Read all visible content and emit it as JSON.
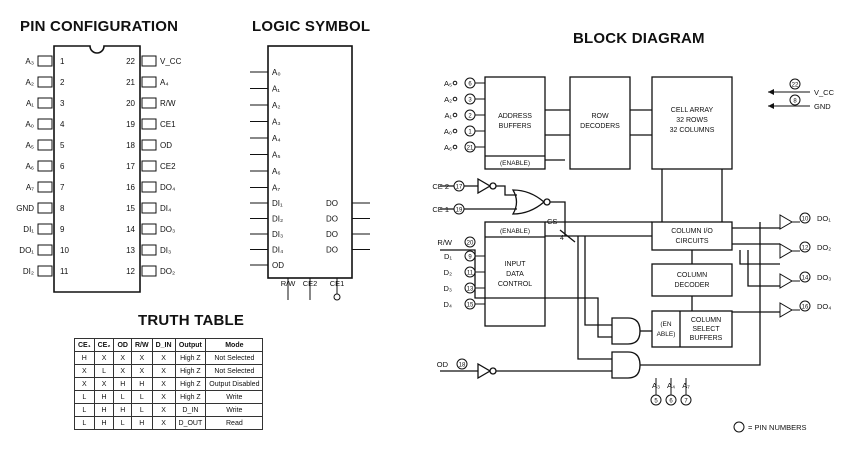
{
  "titles": {
    "pin_config": "PIN CONFIGURATION",
    "logic_symbol": "LOGIC SYMBOL",
    "block_diagram": "BLOCK DIAGRAM",
    "truth_table": "TRUTH TABLE"
  },
  "pins_left": [
    {
      "name": "A₃",
      "num": "1"
    },
    {
      "name": "A₂",
      "num": "2"
    },
    {
      "name": "A₁",
      "num": "3"
    },
    {
      "name": "A₀",
      "num": "4"
    },
    {
      "name": "A₅",
      "num": "5"
    },
    {
      "name": "A₆",
      "num": "6"
    },
    {
      "name": "A₇",
      "num": "7"
    },
    {
      "name": "GND",
      "num": "8"
    },
    {
      "name": "DI₁",
      "num": "9"
    },
    {
      "name": "DO₁",
      "num": "10"
    },
    {
      "name": "DI₂",
      "num": "11"
    }
  ],
  "pins_right": [
    {
      "name": "V_CC",
      "num": "22"
    },
    {
      "name": "A₄",
      "num": "21"
    },
    {
      "name": "R/W",
      "num": "20"
    },
    {
      "name": "CE1",
      "num": "19"
    },
    {
      "name": "OD",
      "num": "18"
    },
    {
      "name": "CE2",
      "num": "17"
    },
    {
      "name": "DO₄",
      "num": "16"
    },
    {
      "name": "DI₄",
      "num": "15"
    },
    {
      "name": "DO₃",
      "num": "14"
    },
    {
      "name": "DI₃",
      "num": "13"
    },
    {
      "name": "DO₂",
      "num": "12"
    }
  ],
  "logic_symbol": {
    "address_inputs": [
      "A₀",
      "A₁",
      "A₂",
      "A₃",
      "A₄",
      "A₅",
      "A₆",
      "A₇"
    ],
    "data_in": [
      "DI₁",
      "DI₂",
      "DI₃",
      "DI₄"
    ],
    "data_out": [
      "DO",
      "DO",
      "DO",
      "DO"
    ],
    "od": "OD",
    "bottom": [
      "R/W",
      "CE2",
      "CE1"
    ]
  },
  "block": {
    "address_buffers": [
      "ADDRESS",
      "BUFFERS"
    ],
    "enable": "(ENABLE)",
    "row_decoders": [
      "ROW",
      "DECODERS"
    ],
    "cell_array": [
      "CELL ARRAY",
      "32 ROWS",
      "32 COLUMNS"
    ],
    "input_control": [
      "INPUT",
      "DATA",
      "CONTROL"
    ],
    "column_io": [
      "COLUMN I/O",
      "CIRCUITS"
    ],
    "column_decoder": [
      "COLUMN",
      "DECODER"
    ],
    "column_select": [
      "COLUMN",
      "SELECT",
      "BUFFERS"
    ],
    "en_able": [
      "(EN",
      "ABLE)"
    ],
    "cs": "CS",
    "bus_width": "4",
    "addr_inputs": [
      {
        "name": "A₅",
        "num": "6"
      },
      {
        "name": "A₂",
        "num": "3"
      },
      {
        "name": "A₁",
        "num": "2"
      },
      {
        "name": "A₀",
        "num": "1"
      },
      {
        "name": "A₆",
        "num": "21"
      }
    ],
    "ce2": {
      "name": "CE 2",
      "num": "17"
    },
    "ce1": {
      "name": "CE 1",
      "num": "19"
    },
    "rw": {
      "name": "R/W",
      "num": "20"
    },
    "di": [
      {
        "name": "D₁",
        "num": "9"
      },
      {
        "name": "D₂",
        "num": "11"
      },
      {
        "name": "D₃",
        "num": "13"
      },
      {
        "name": "D₄",
        "num": "15"
      }
    ],
    "od": {
      "name": "OD",
      "num": "18"
    },
    "do": [
      {
        "name": "DO₁",
        "num": "10"
      },
      {
        "name": "DO₂",
        "num": "12"
      },
      {
        "name": "DO₃",
        "num": "14"
      },
      {
        "name": "DO₄",
        "num": "16"
      }
    ],
    "col_addr": [
      {
        "name": "A₃",
        "num": "5"
      },
      {
        "name": "A₄",
        "num": "6"
      },
      {
        "name": "A₇",
        "num": "7"
      }
    ],
    "vcc": {
      "name": "V_CC",
      "num": "22"
    },
    "gnd": {
      "name": "GND",
      "num": "8"
    },
    "legend": "= PIN NUMBERS"
  },
  "truth_table": {
    "headers": [
      "CE₁",
      "CE₂",
      "OD",
      "R/W",
      "D_IN",
      "Output",
      "Mode"
    ],
    "rows": [
      [
        "H",
        "X",
        "X",
        "X",
        "X",
        "High Z",
        "Not Selected"
      ],
      [
        "X",
        "L",
        "X",
        "X",
        "X",
        "High Z",
        "Not Selected"
      ],
      [
        "X",
        "X",
        "H",
        "H",
        "X",
        "High Z",
        "Output Disabled"
      ],
      [
        "L",
        "H",
        "L",
        "L",
        "X",
        "High Z",
        "Write"
      ],
      [
        "L",
        "H",
        "H",
        "L",
        "X",
        "D_IN",
        "Write"
      ],
      [
        "L",
        "H",
        "L",
        "H",
        "X",
        "D_OUT",
        "Read"
      ]
    ]
  }
}
